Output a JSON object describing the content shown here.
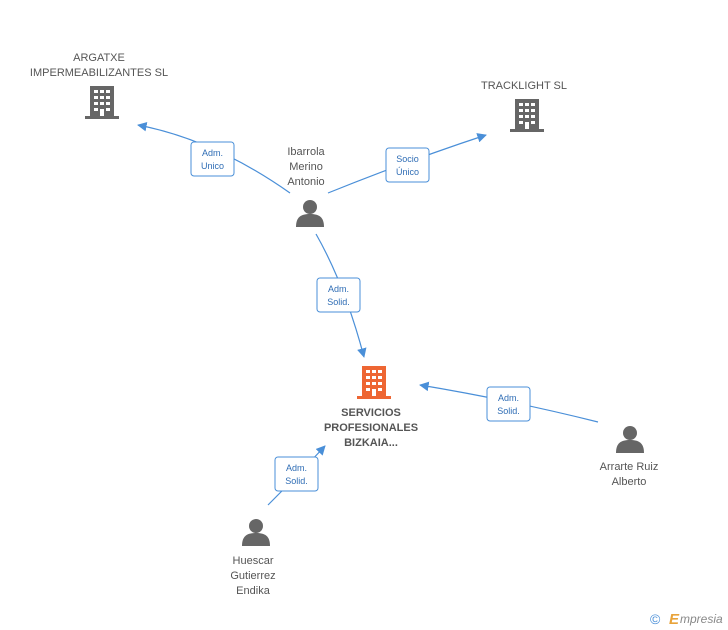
{
  "diagram": {
    "nodes": {
      "argatxe": {
        "line1": "ARGATXE",
        "line2": "IMPERMEABILIZANTES SL",
        "type": "company",
        "color": "#666666"
      },
      "tracklight": {
        "line1": "TRACKLIGHT SL",
        "type": "company",
        "color": "#666666"
      },
      "ibarrola": {
        "line1": "Ibarrola",
        "line2": "Merino",
        "line3": "Antonio",
        "type": "person",
        "color": "#666666"
      },
      "servicios": {
        "line1": "SERVICIOS",
        "line2": "PROFESIONALES",
        "line3": "BIZKAIA...",
        "type": "company",
        "color": "#ee6633",
        "highlight": true
      },
      "arrarte": {
        "line1": "Arrarte Ruiz",
        "line2": "Alberto",
        "type": "person",
        "color": "#666666"
      },
      "huescar": {
        "line1": "Huescar",
        "line2": "Gutierrez",
        "line3": "Endika",
        "type": "person",
        "color": "#666666"
      }
    },
    "edges": {
      "ibarrola_argatxe": {
        "line1": "Adm.",
        "line2": "Unico"
      },
      "ibarrola_tracklight": {
        "line1": "Socio",
        "line2": "Único"
      },
      "ibarrola_servicios": {
        "line1": "Adm.",
        "line2": "Solid."
      },
      "arrarte_servicios": {
        "line1": "Adm.",
        "line2": "Solid."
      },
      "huescar_servicios": {
        "line1": "Adm.",
        "line2": "Solid."
      }
    },
    "edge_color": "#4a8fd8"
  },
  "footer": {
    "copyright_symbol": "©",
    "brand_initial": "E",
    "brand_rest": "mpresia"
  }
}
